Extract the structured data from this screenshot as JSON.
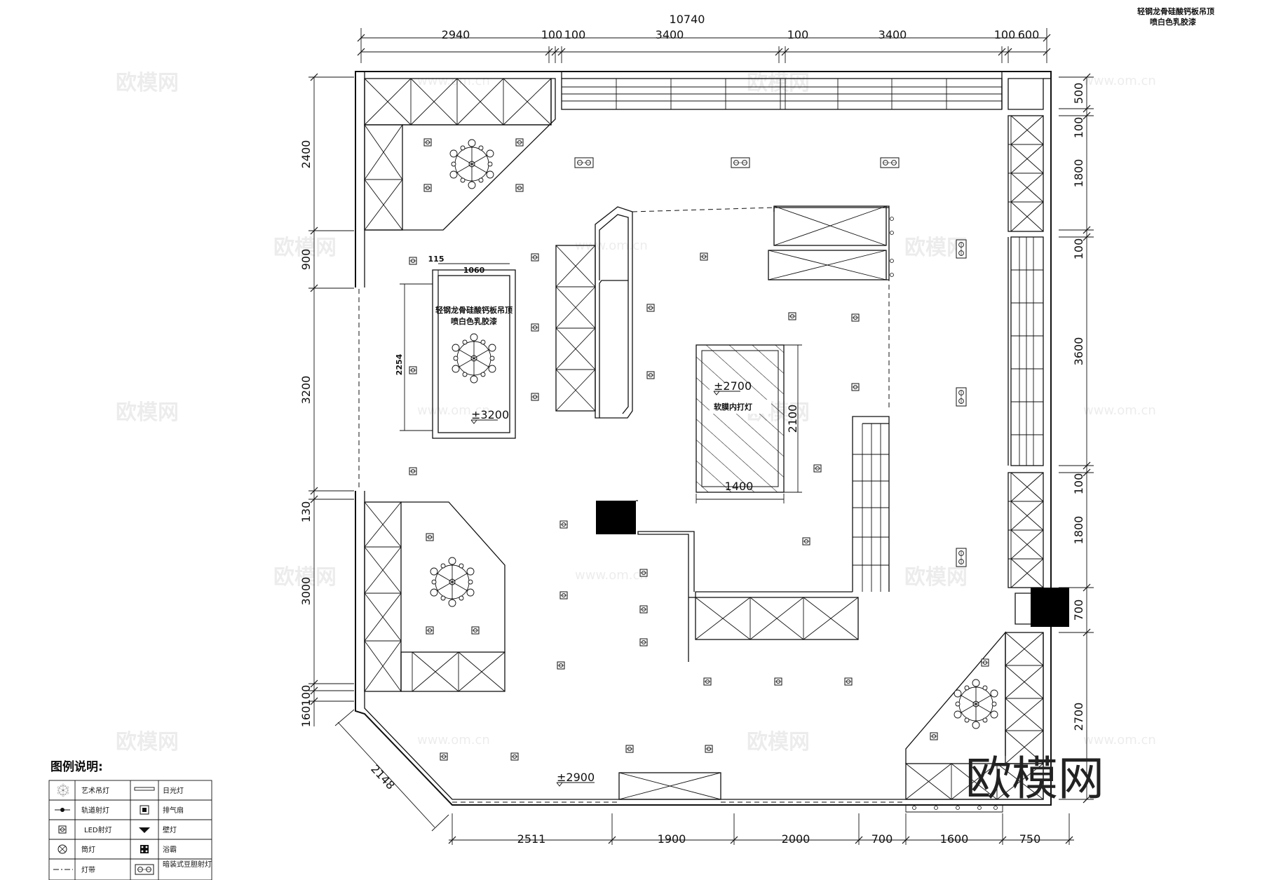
{
  "title_note": [
    "轻钢龙骨硅酸钙板吊顶",
    "喷白色乳胶漆"
  ],
  "room_note": [
    "轻钢龙骨硅酸钙板吊顶",
    "喷白色乳胶漆"
  ],
  "top_total": "10740",
  "top_dims": [
    "2940",
    "100",
    "100",
    "3400",
    "100",
    "3400",
    "100",
    "600"
  ],
  "right_dims": [
    "500",
    "100",
    "1800",
    "100",
    "3600",
    "100",
    "1800",
    "700",
    "2700"
  ],
  "left_dims": [
    "2400",
    "900",
    "3200",
    "130",
    "3000",
    "100",
    "160"
  ],
  "bottom_dims": [
    "2511",
    "1900",
    "2000",
    "700",
    "1600",
    "750"
  ],
  "diag_dim": "2148",
  "box_dims": {
    "width": "1060",
    "offset": "115",
    "height": "2254"
  },
  "soft_film": {
    "level": "±2700",
    "label": "软膜内打灯",
    "width": "1400",
    "height": "2100"
  },
  "levels": {
    "room": "±3200",
    "main": "±2900"
  },
  "brand": "欧模网",
  "watermark": {
    "logo": "欧模网",
    "url": "www.om.cn"
  },
  "legend": {
    "title": "图例说明:",
    "items": [
      {
        "icon": "chandelier-symbol-icon",
        "label": "艺术吊灯"
      },
      {
        "icon": "fluorescent-symbol-icon",
        "label": "日光灯"
      },
      {
        "icon": "track-light-symbol-icon",
        "label": "轨道射灯"
      },
      {
        "icon": "exhaust-fan-symbol-icon",
        "label": "排气扇"
      },
      {
        "icon": "led-spotlight-symbol-icon",
        "label": "LED射灯"
      },
      {
        "icon": "wall-lamp-symbol-icon",
        "label": "壁灯"
      },
      {
        "icon": "ceiling-lamp-symbol-icon",
        "label": "筒灯"
      },
      {
        "icon": "bath-heater-symbol-icon",
        "label": "浴霸"
      },
      {
        "icon": "light-strip-symbol-icon",
        "label": "灯带"
      },
      {
        "icon": "recessed-grille-light-icon",
        "label": "暗装式豆胆射灯"
      }
    ]
  }
}
